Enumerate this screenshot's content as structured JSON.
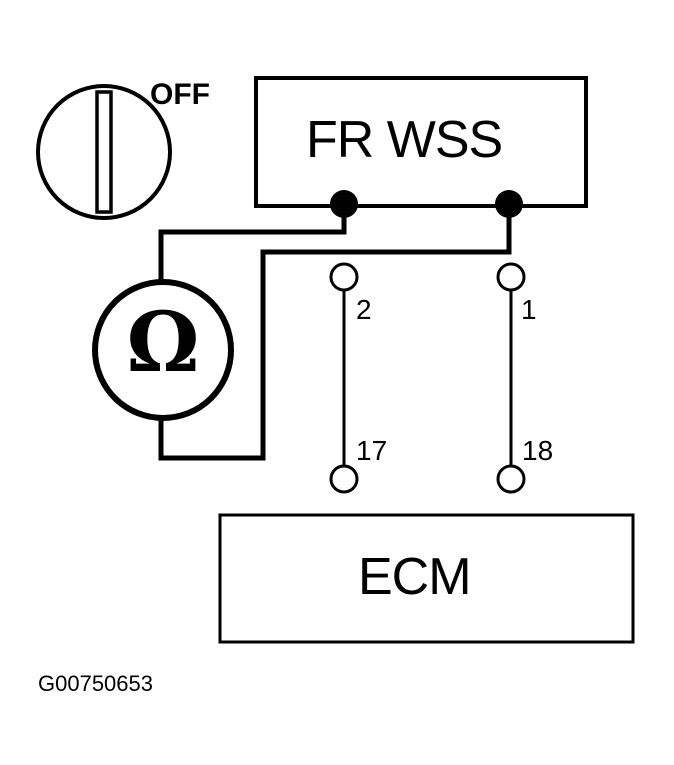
{
  "ignition": {
    "state_label": "OFF"
  },
  "sensor": {
    "label": "FR WSS"
  },
  "meter": {
    "symbol": "Ω"
  },
  "ecm": {
    "label": "ECM"
  },
  "pins": {
    "sensor_left": "2",
    "sensor_right": "1",
    "ecm_left": "17",
    "ecm_right": "18"
  },
  "figure_id": "G00750653",
  "colors": {
    "ink": "#000000",
    "paper": "#ffffff"
  }
}
